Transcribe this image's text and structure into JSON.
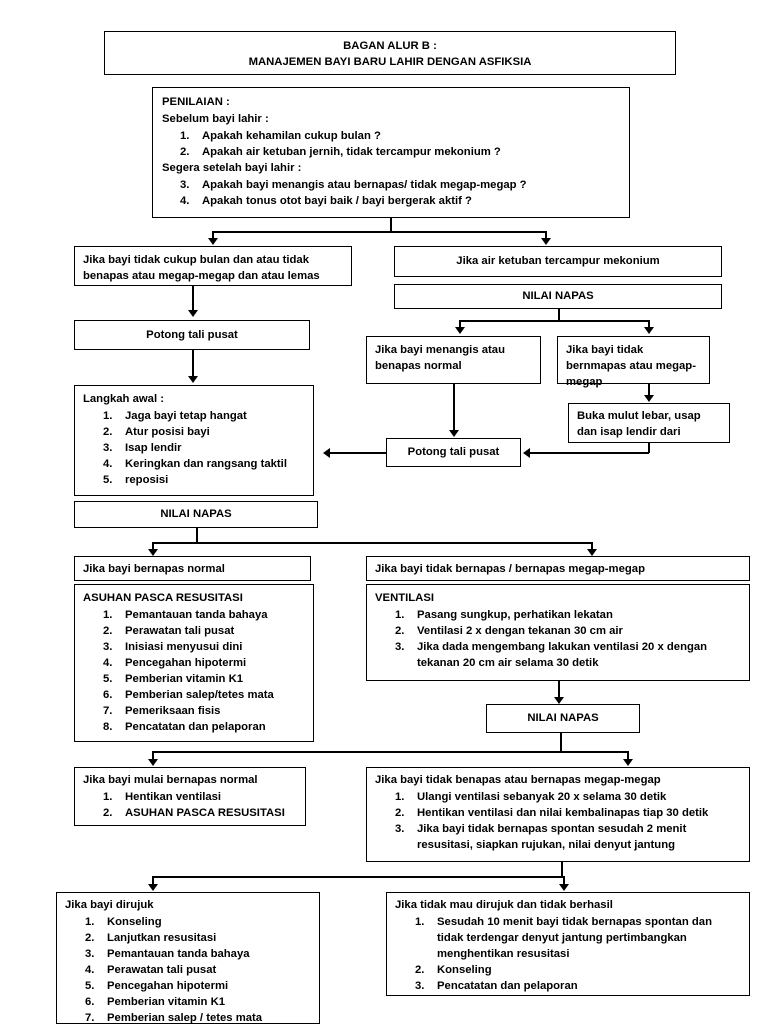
{
  "document": {
    "title_line1": "BAGAN ALUR B :",
    "title_line2": "MANAJEMEN BAYI BARU LAHIR DENGAN ASFIKSIA"
  },
  "assessment": {
    "heading": "PENILAIAN :",
    "sub1": "Sebelum bayi lahir :",
    "items1": [
      "Apakah kehamilan cukup bulan ?",
      "Apakah air ketuban jernih, tidak tercampur mekonium ?"
    ],
    "sub2": "Segera setelah bayi lahir :",
    "items2": [
      "Apakah bayi menangis atau bernapas/ tidak megap-megap ?",
      "Apakah tonus otot bayi baik / bayi bergerak aktif ?"
    ]
  },
  "branch_left": {
    "condition": "Jika bayi tidak cukup bulan dan atau tidak benapas atau megap-megap dan atau lemas",
    "cut_cord": "Potong tali pusat",
    "initial_steps": {
      "heading": "Langkah awal :",
      "items": [
        "Jaga bayi tetap hangat",
        "Atur posisi bayi",
        "Isap lendir",
        "Keringkan dan rangsang taktil",
        "reposisi"
      ]
    },
    "assess_breath": "NILAI NAPAS"
  },
  "branch_right": {
    "condition": "Jika air ketuban tercampur mekonium",
    "assess_breath": "NILAI NAPAS",
    "crying": "Jika bayi menangis atau benapas normal",
    "not_breathing": "Jika bayi tidak bernmapas atau megap-megap",
    "clear_airway": "Buka mulut lebar, usap dan isap lendir dari",
    "cut_cord": "Potong tali pusat"
  },
  "outcome_normal": {
    "condition": "Jika bayi bernapas normal",
    "heading": "ASUHAN PASCA RESUSITASI",
    "items": [
      "Pemantauan tanda bahaya",
      "Perawatan tali pusat",
      "Inisiasi menyusui dini",
      "Pencegahan hipotermi",
      "Pemberian vitamin K1",
      "Pemberian salep/tetes mata",
      "Pemeriksaan fisis",
      "Pencatatan dan pelaporan"
    ]
  },
  "outcome_apnea": {
    "condition": "Jika bayi tidak bernapas / bernapas megap-megap",
    "heading": "VENTILASI",
    "items": [
      "Pasang sungkup, perhatikan lekatan",
      "Ventilasi 2 x dengan tekanan 30 cm air",
      "Jika dada mengembang lakukan ventilasi 20 x dengan tekanan 20 cm air selama 30 detik"
    ],
    "assess_breath": "NILAI NAPAS"
  },
  "recovery": {
    "condition": "Jika bayi mulai bernapas normal",
    "items": [
      "Hentikan ventilasi",
      "ASUHAN PASCA RESUSITASI"
    ]
  },
  "persistent_apnea": {
    "condition": "Jika bayi tidak benapas atau bernapas megap-megap",
    "items": [
      "Ulangi ventilasi sebanyak 20 x selama 30 detik",
      "Hentikan ventilasi dan nilai kembalinapas tiap 30 detik",
      "Jika bayi tidak bernapas spontan sesudah 2 menit resusitasi, siapkan rujukan, nilai denyut jantung"
    ]
  },
  "referral": {
    "condition": "Jika bayi dirujuk",
    "items": [
      "Konseling",
      "Lanjutkan resusitasi",
      "Pemantauan tanda bahaya",
      "Perawatan tali pusat",
      "Pencegahan hipotermi",
      "Pemberian vitamin K1",
      "Pemberian salep / tetes mata"
    ]
  },
  "no_referral": {
    "condition": "Jika tidak mau dirujuk dan tidak berhasil",
    "items": [
      "Sesudah 10 menit bayi tidak bernapas spontan dan tidak terdengar denyut jantung pertimbangkan menghentikan resusitasi",
      "Konseling",
      "Pencatatan dan pelaporan"
    ]
  }
}
